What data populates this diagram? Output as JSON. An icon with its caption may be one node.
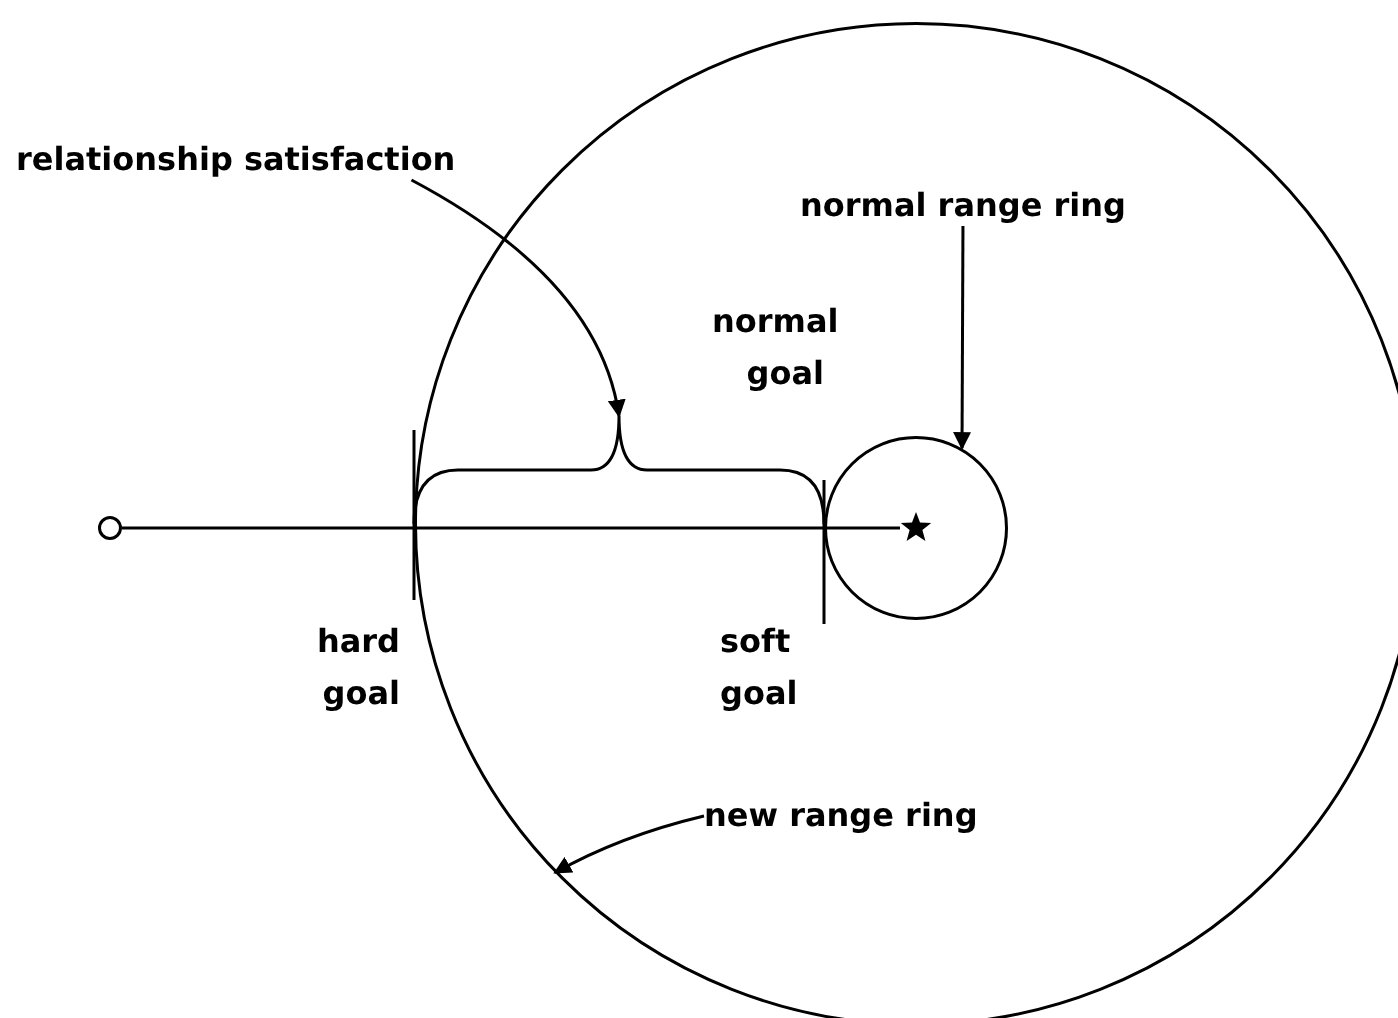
{
  "diagram": {
    "nodes": [
      {
        "text": [
          "relationship satisfaction"
        ]
      },
      {
        "text": [
          "normal range ring"
        ],
        "in": 2
      },
      {
        "text": [],
        "shape": "circle"
      },
      {
        "text": [],
        "shape": "circle"
      },
      {
        "text": [],
        "shape": "brace",
        "in": 2
      },
      {
        "text": [],
        "shape": "circle",
        "in": 2
      },
      {
        "text": [],
        "shape": "star",
        "in": 5
      },
      {
        "text": [
          "new range ring"
        ],
        "in": 2
      }
    ],
    "edges": [
      {
        "from": 0,
        "to": 4,
        "arrow": "to"
      },
      {
        "from": 1,
        "to": 5,
        "arrow": "to"
      },
      {
        "from": 3,
        "to": 6,
        "arrow": "none"
      },
      {
        "from": 7,
        "to": 2,
        "arrow": "to"
      }
    ],
    "labels": [
      "normal goal",
      "hard goal",
      "soft goal"
    ]
  }
}
